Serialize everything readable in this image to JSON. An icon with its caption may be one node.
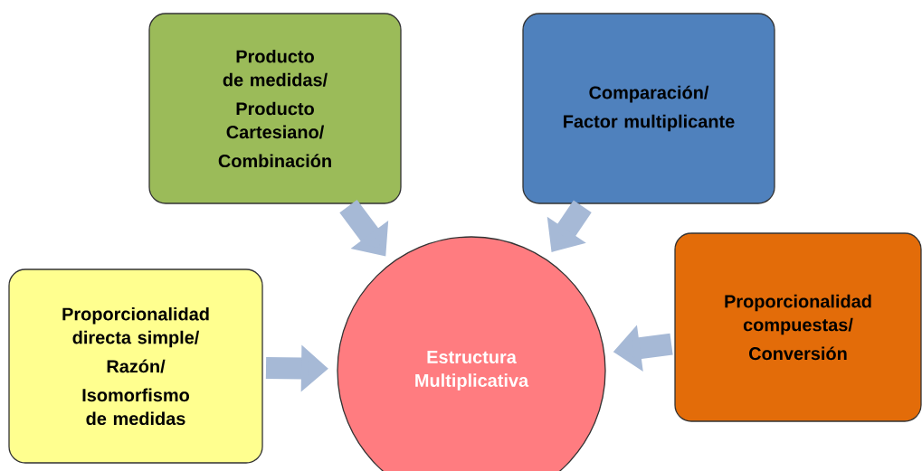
{
  "diagram": {
    "nodes": [
      {
        "text": [
          "Producto de medidas/",
          "Producto Cartesiano/",
          "Combinación"
        ]
      },
      {
        "text": [
          "Comparación/",
          "Factor multiplicante"
        ]
      },
      {
        "text": [
          "Proporcionalidad directa simple/",
          "Razón/",
          "Isomorfismo de medidas"
        ]
      },
      {
        "text": [
          "Estructura Multiplicativa"
        ]
      },
      {
        "text": [
          "Proporcionalidad compuestas/",
          "Conversión"
        ]
      }
    ],
    "edges": [
      {
        "from": 0,
        "to": 3,
        "arrow": "to"
      },
      {
        "from": 1,
        "to": 3,
        "arrow": "to"
      },
      {
        "from": 2,
        "to": 3,
        "arrow": "to"
      },
      {
        "from": 4,
        "to": 3,
        "arrow": "to"
      }
    ]
  }
}
